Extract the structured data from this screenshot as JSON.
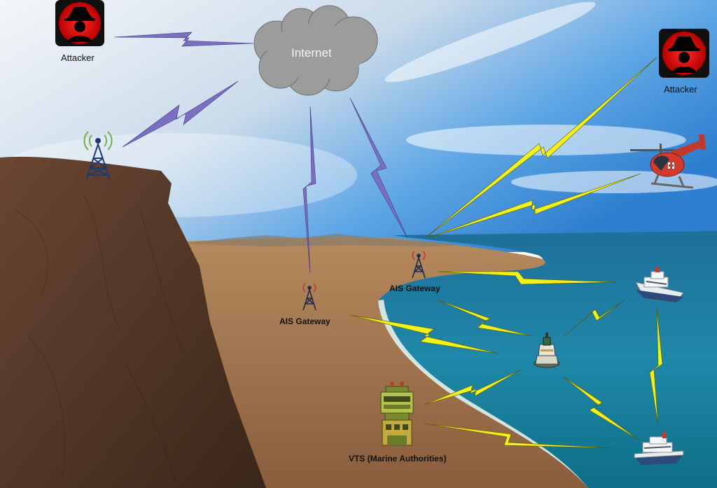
{
  "diagram": {
    "cloud_label": "Internet",
    "attacker_label": "Attacker",
    "ais_gateway_label": "AIS Gateway",
    "vts_label": "VTS (Marine Authorities)"
  },
  "colors": {
    "internet_link": "#7a6fc0",
    "radio_link": "#f2f21a",
    "sky_top": "#3d8ee0",
    "sea": "#1f8aa0",
    "cliff": "#5a3a28"
  },
  "icons": [
    "attacker-icon",
    "cloud-icon",
    "radio-tower-icon",
    "helicopter-icon",
    "ship-icon",
    "buoy-icon",
    "control-tower-icon"
  ]
}
